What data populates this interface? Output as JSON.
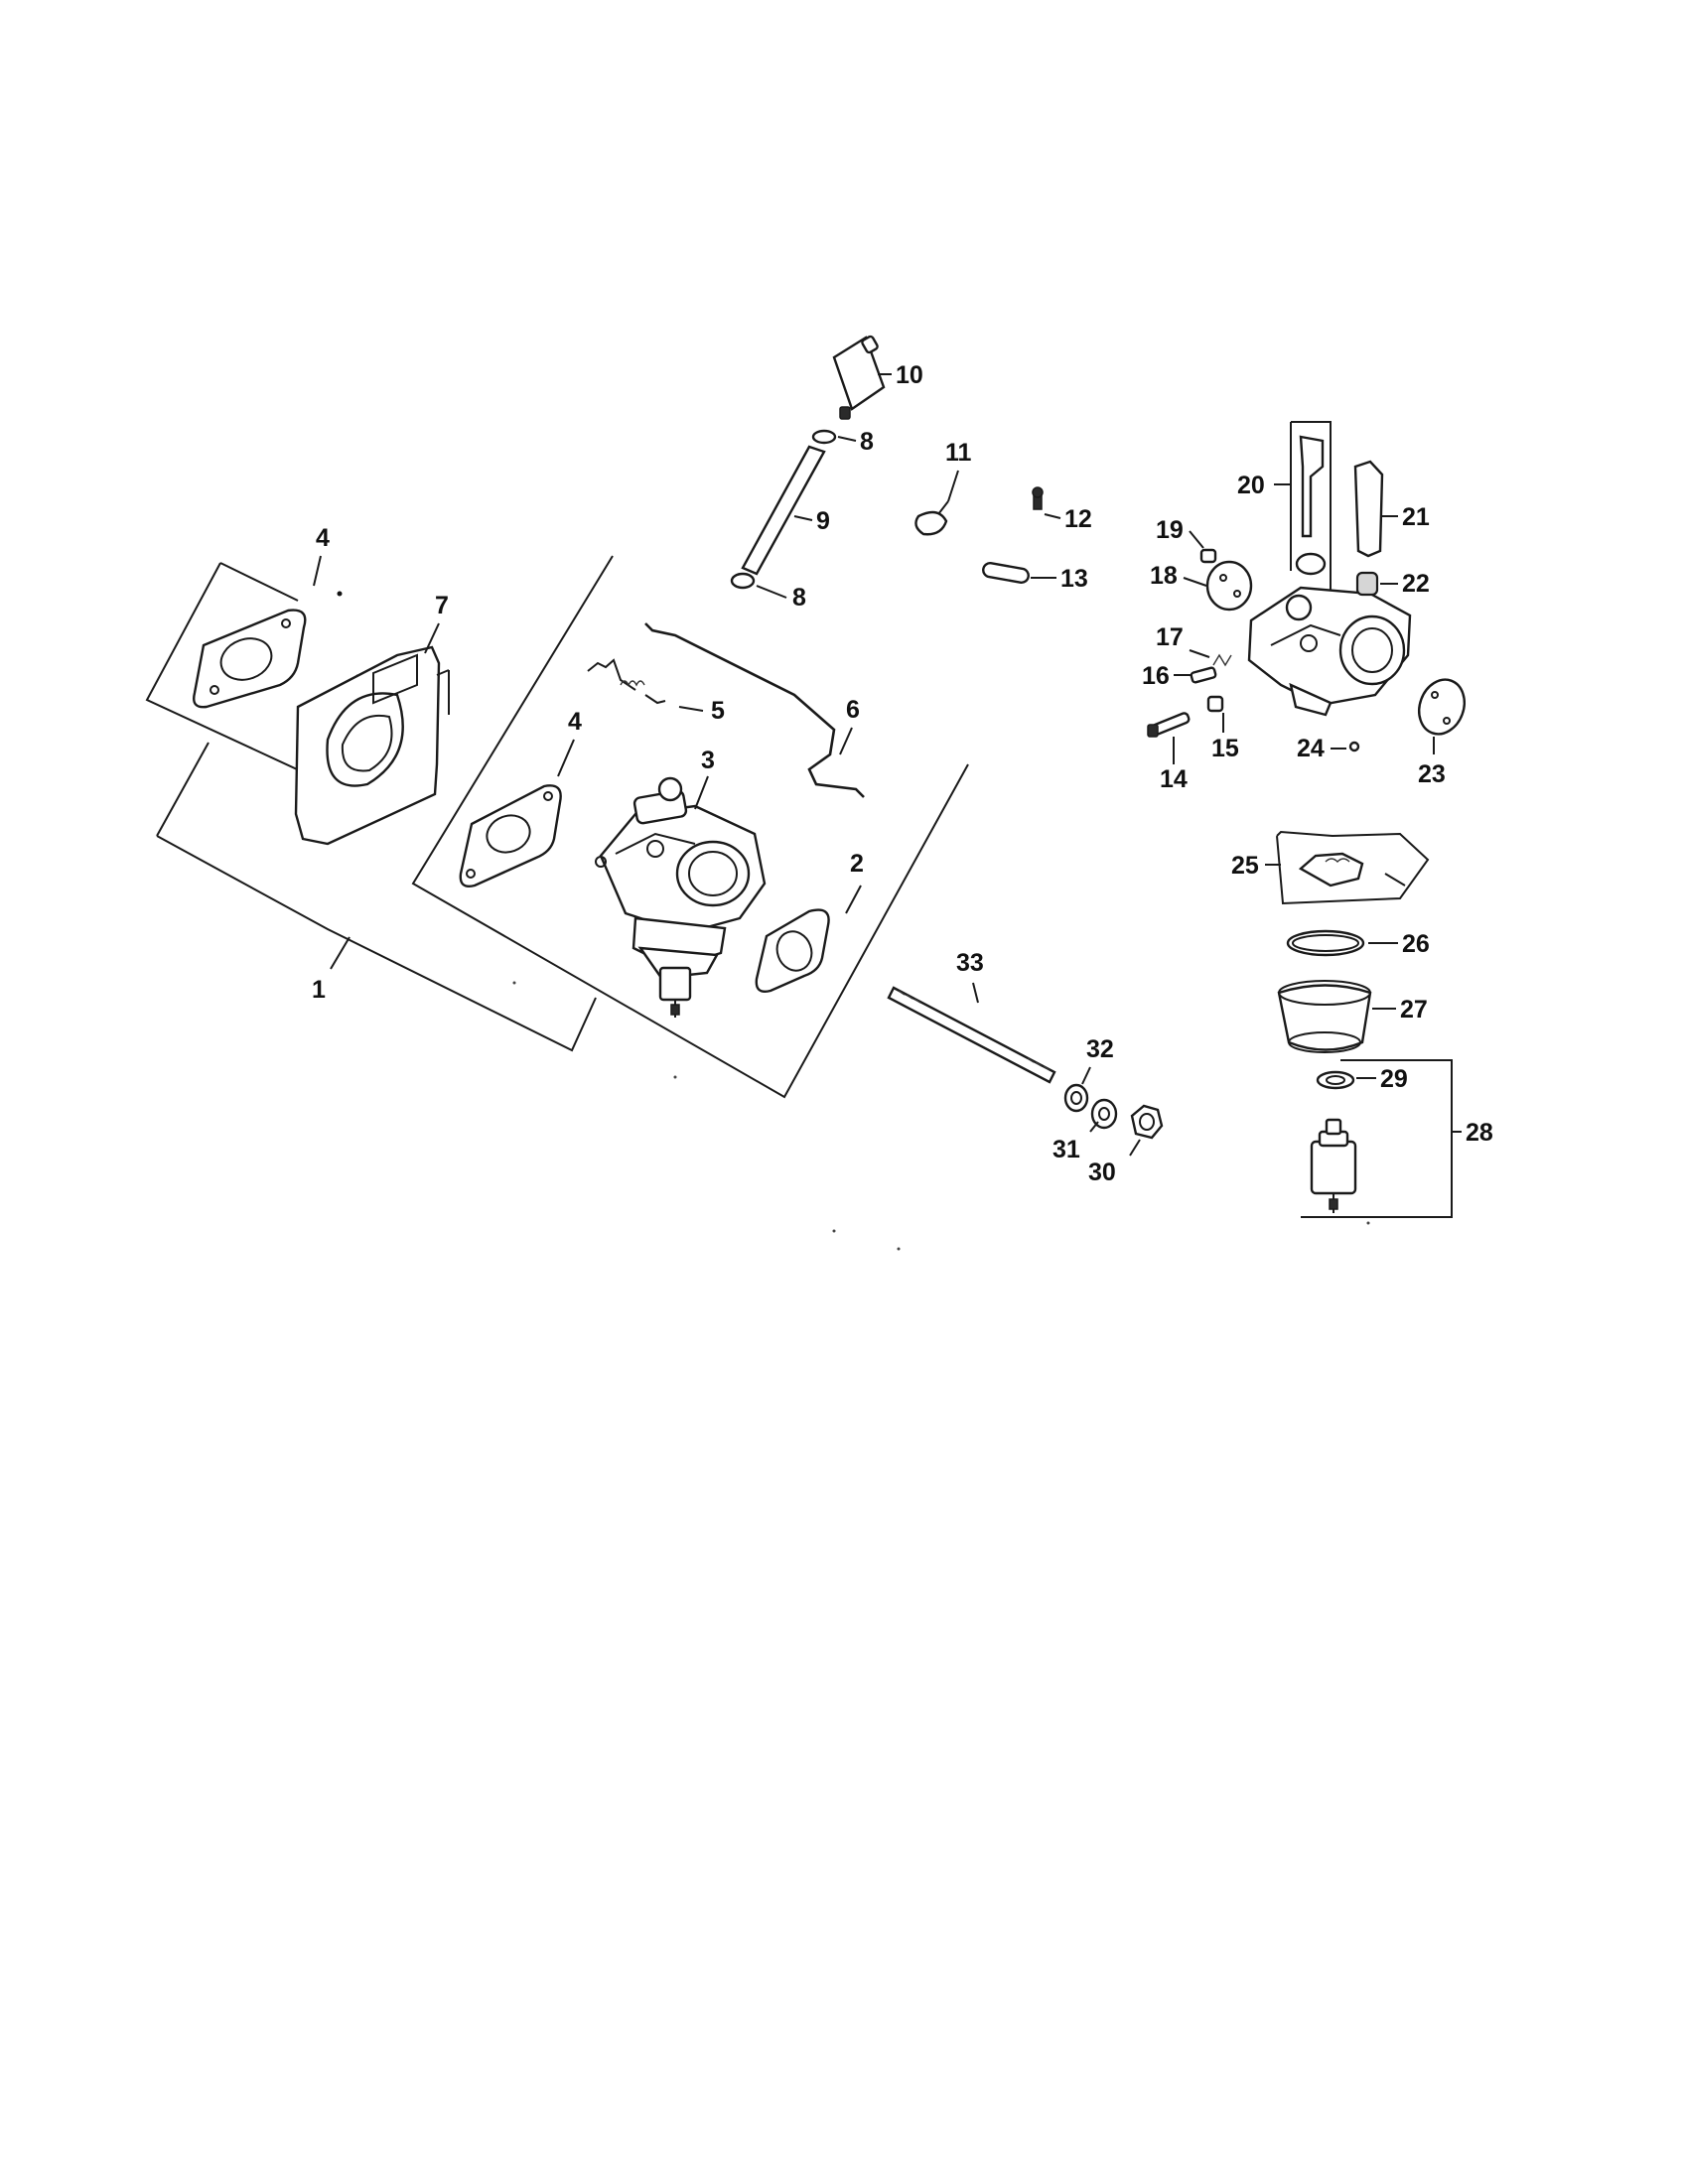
{
  "diagram": {
    "callouts": [
      {
        "id": "c1",
        "text": "1"
      },
      {
        "id": "c2",
        "text": "2"
      },
      {
        "id": "c3",
        "text": "3"
      },
      {
        "id": "c4a",
        "text": "4"
      },
      {
        "id": "c4b",
        "text": "4"
      },
      {
        "id": "c5",
        "text": "5"
      },
      {
        "id": "c6",
        "text": "6"
      },
      {
        "id": "c7",
        "text": "7"
      },
      {
        "id": "c8a",
        "text": "8"
      },
      {
        "id": "c8b",
        "text": "8"
      },
      {
        "id": "c9",
        "text": "9"
      },
      {
        "id": "c10",
        "text": "10"
      },
      {
        "id": "c11",
        "text": "11"
      },
      {
        "id": "c12",
        "text": "12"
      },
      {
        "id": "c13",
        "text": "13"
      },
      {
        "id": "c14",
        "text": "14"
      },
      {
        "id": "c15",
        "text": "15"
      },
      {
        "id": "c16",
        "text": "16"
      },
      {
        "id": "c17",
        "text": "17"
      },
      {
        "id": "c18",
        "text": "18"
      },
      {
        "id": "c19",
        "text": "19"
      },
      {
        "id": "c20",
        "text": "20"
      },
      {
        "id": "c21",
        "text": "21"
      },
      {
        "id": "c22",
        "text": "22"
      },
      {
        "id": "c23",
        "text": "23"
      },
      {
        "id": "c24",
        "text": "24"
      },
      {
        "id": "c25",
        "text": "25"
      },
      {
        "id": "c26",
        "text": "26"
      },
      {
        "id": "c27",
        "text": "27"
      },
      {
        "id": "c28",
        "text": "28"
      },
      {
        "id": "c29",
        "text": "29"
      },
      {
        "id": "c30",
        "text": "30"
      },
      {
        "id": "c31",
        "text": "31"
      },
      {
        "id": "c32",
        "text": "32"
      },
      {
        "id": "c33",
        "text": "33"
      }
    ]
  }
}
